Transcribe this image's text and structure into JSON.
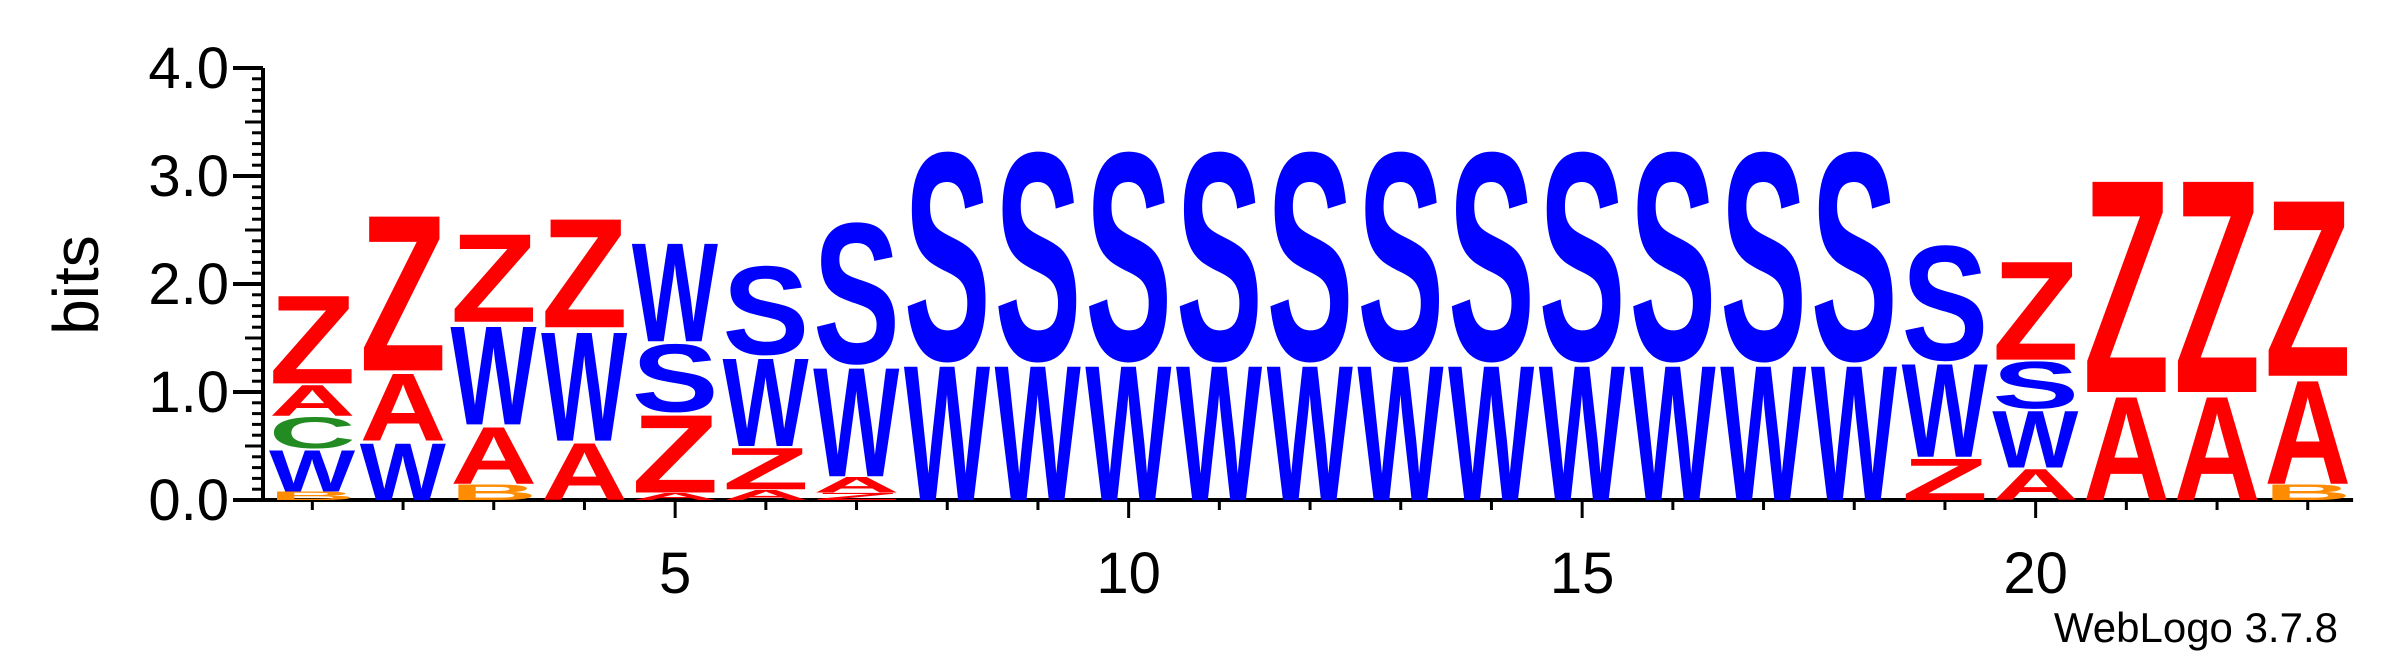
{
  "chart_data": {
    "type": "sequence-logo",
    "ylabel": "bits",
    "ylim": [
      0,
      4.0
    ],
    "y_ticks": [
      "0.0",
      "1.0",
      "2.0",
      "3.0",
      "4.0"
    ],
    "x_tick_labels": [
      "5",
      "10",
      "15",
      "20"
    ],
    "x_ticks": [
      5,
      10,
      15,
      20
    ],
    "positions": [
      [
        {
          "l": "B",
          "v": 0.08
        },
        {
          "l": "W",
          "v": 0.4
        },
        {
          "l": "C",
          "v": 0.3
        },
        {
          "l": "A",
          "v": 0.3
        },
        {
          "l": "Z",
          "v": 0.85
        }
      ],
      [
        {
          "l": "W",
          "v": 0.55
        },
        {
          "l": "A",
          "v": 0.65
        },
        {
          "l": "Z",
          "v": 1.5
        }
      ],
      [
        {
          "l": "B",
          "v": 0.15
        },
        {
          "l": "A",
          "v": 0.55
        },
        {
          "l": "W",
          "v": 0.95
        },
        {
          "l": "Z",
          "v": 0.85
        }
      ],
      [
        {
          "l": "A",
          "v": 0.55
        },
        {
          "l": "W",
          "v": 1.05
        },
        {
          "l": "Z",
          "v": 1.05
        }
      ],
      [
        {
          "l": "A",
          "v": 0.07
        },
        {
          "l": "Z",
          "v": 0.75
        },
        {
          "l": "S",
          "v": 0.65
        },
        {
          "l": "W",
          "v": 0.95
        }
      ],
      [
        {
          "l": "A",
          "v": 0.1
        },
        {
          "l": "Z",
          "v": 0.4
        },
        {
          "l": "W",
          "v": 0.85
        },
        {
          "l": "S",
          "v": 0.85
        }
      ],
      [
        {
          "l": "Z",
          "v": 0.07
        },
        {
          "l": "A",
          "v": 0.15
        },
        {
          "l": "W",
          "v": 1.05
        },
        {
          "l": "S",
          "v": 1.35
        }
      ],
      [
        {
          "l": "W",
          "v": 1.3
        },
        {
          "l": "S",
          "v": 2.0
        }
      ],
      [
        {
          "l": "W",
          "v": 1.3
        },
        {
          "l": "S",
          "v": 2.0
        }
      ],
      [
        {
          "l": "W",
          "v": 1.3
        },
        {
          "l": "S",
          "v": 2.0
        }
      ],
      [
        {
          "l": "W",
          "v": 1.3
        },
        {
          "l": "S",
          "v": 2.0
        }
      ],
      [
        {
          "l": "W",
          "v": 1.3
        },
        {
          "l": "S",
          "v": 2.0
        }
      ],
      [
        {
          "l": "W",
          "v": 1.3
        },
        {
          "l": "S",
          "v": 2.0
        }
      ],
      [
        {
          "l": "W",
          "v": 1.3
        },
        {
          "l": "S",
          "v": 2.0
        }
      ],
      [
        {
          "l": "W",
          "v": 1.3
        },
        {
          "l": "S",
          "v": 2.0
        }
      ],
      [
        {
          "l": "W",
          "v": 1.3
        },
        {
          "l": "S",
          "v": 2.0
        }
      ],
      [
        {
          "l": "W",
          "v": 1.3
        },
        {
          "l": "S",
          "v": 2.0
        }
      ],
      [
        {
          "l": "W",
          "v": 1.3
        },
        {
          "l": "S",
          "v": 2.0
        }
      ],
      [
        {
          "l": "Z",
          "v": 0.4
        },
        {
          "l": "W",
          "v": 0.9
        },
        {
          "l": "S",
          "v": 1.1
        }
      ],
      [
        {
          "l": "A",
          "v": 0.3
        },
        {
          "l": "W",
          "v": 0.55
        },
        {
          "l": "S",
          "v": 0.45
        },
        {
          "l": "Z",
          "v": 0.95
        }
      ],
      [
        {
          "l": "A",
          "v": 1.0
        },
        {
          "l": "Z",
          "v": 2.05
        }
      ],
      [
        {
          "l": "A",
          "v": 1.0
        },
        {
          "l": "Z",
          "v": 2.05
        }
      ],
      [
        {
          "l": "B",
          "v": 0.15
        },
        {
          "l": "A",
          "v": 1.0
        },
        {
          "l": "Z",
          "v": 1.7
        }
      ]
    ],
    "colors": {
      "A": "#ff0000",
      "Z": "#ff0000",
      "S": "#0000ff",
      "W": "#0000ff",
      "C": "#228b22",
      "B": "#ff8c00"
    }
  },
  "footer": {
    "credit": "WebLogo 3.7.8"
  }
}
